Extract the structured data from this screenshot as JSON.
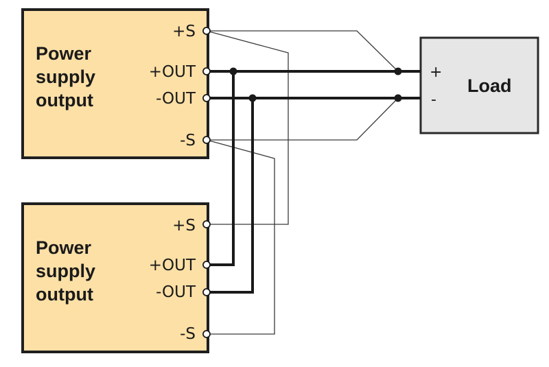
{
  "colors": {
    "supply_fill": "#fde0a6",
    "supply_border": "#1f1f1f",
    "load_fill": "#e6e6e6",
    "load_border": "#2a2a2a",
    "wire": "#1a1a1a"
  },
  "supplies": [
    {
      "title_lines": [
        "Power",
        "supply",
        "output"
      ],
      "terminals": {
        "sense_plus": "+S",
        "out_plus": "+OUT",
        "out_minus": "-OUT",
        "sense_minus": "-S"
      }
    },
    {
      "title_lines": [
        "Power",
        "supply",
        "output"
      ],
      "terminals": {
        "sense_plus": "+S",
        "out_plus": "+OUT",
        "out_minus": "-OUT",
        "sense_minus": "-S"
      }
    }
  ],
  "load": {
    "label": "Load",
    "plus": "+",
    "minus": "-"
  }
}
